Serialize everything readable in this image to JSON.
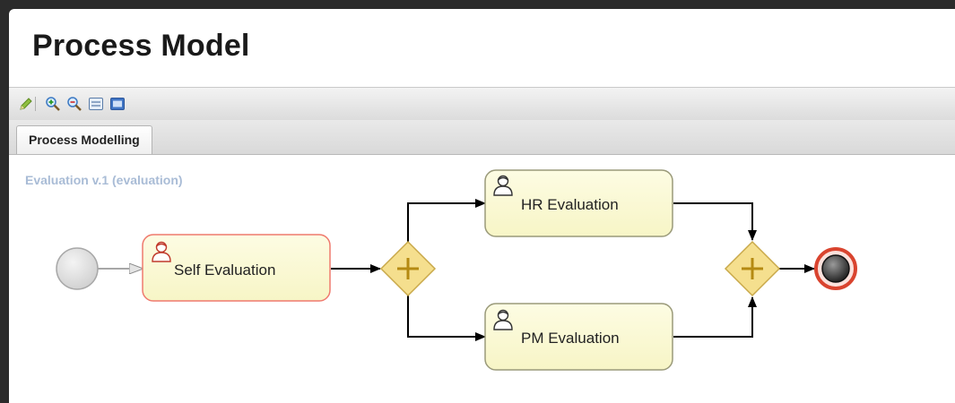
{
  "page": {
    "title": "Process Model"
  },
  "toolbar": {
    "items": [
      {
        "icon": "pencil-icon",
        "name": "edit-button"
      },
      {
        "icon": "zoom-in-icon",
        "name": "zoom-in-button"
      },
      {
        "icon": "zoom-out-icon",
        "name": "zoom-out-button"
      },
      {
        "icon": "fit-width-icon",
        "name": "fit-width-button"
      },
      {
        "icon": "fit-page-icon",
        "name": "fit-page-button"
      }
    ]
  },
  "tabs": [
    {
      "label": "Process Modelling",
      "active": true
    }
  ],
  "diagram": {
    "process_label": "Evaluation v.1 (evaluation)",
    "tasks": [
      {
        "id": "self",
        "label": "Self Evaluation",
        "selected": true
      },
      {
        "id": "hr",
        "label": "HR Evaluation",
        "selected": false
      },
      {
        "id": "pm",
        "label": "PM Evaluation",
        "selected": false
      }
    ],
    "colors": {
      "task_fill": "#fbfad2",
      "task_border": "#9a9a7a",
      "selected_border": "#ef7a6e",
      "gateway_fill": "#f5df8e",
      "gateway_plus": "#b58a12",
      "end_ring": "#d9442f",
      "flow": "#000000"
    }
  }
}
